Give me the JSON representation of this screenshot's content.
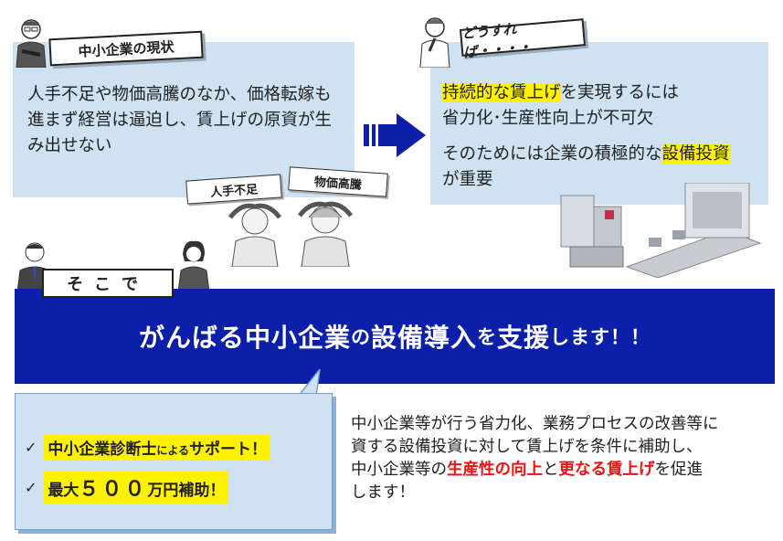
{
  "current": {
    "tag": "中小企業の現状",
    "text": "人手不足や物価高騰のなか、価格転嫁も進まず経営は逼迫し、賃上げの原資が生み出せない",
    "worry_tags": [
      "人手不足",
      "物価高騰"
    ]
  },
  "how": {
    "tag": "どうすれば・・・・",
    "line1_hl": "持続的な賃上げ",
    "line1_rest": "を実現するには",
    "line1b": "省力化･生産性向上が不可欠",
    "line2_pre": "そのためには企業の積極的な",
    "line2_hl": "設備投資",
    "line2_post": "が重要"
  },
  "soko": "そこで",
  "banner": {
    "part1": "がんばる中小企業",
    "part2": "の",
    "part3": "設備導入",
    "part4": "を",
    "part5": "支援",
    "part6": "します！！"
  },
  "support": {
    "check1_a": "中小企業診断士",
    "check1_b": "による",
    "check1_c": "サポート！",
    "check2_a": "最大",
    "check2_b": "５００",
    "check2_c": "万円補助！"
  },
  "desc": {
    "line1": "中小企業等が行う省力化、業務プロセスの改善等に",
    "line2": "資する設備投資に対して賃上げを条件に補助し、",
    "line3_pre": "中小企業等の",
    "line3_red1": "生産性の向上",
    "line3_mid": "と",
    "line3_red2": "更なる賃上げ",
    "line3_post": "を促進",
    "line4": "します！"
  },
  "colors": {
    "banner": "#0b1fa8",
    "panel": "#cfe2f1",
    "highlight": "#fff200",
    "emphasis": "#e11111"
  }
}
